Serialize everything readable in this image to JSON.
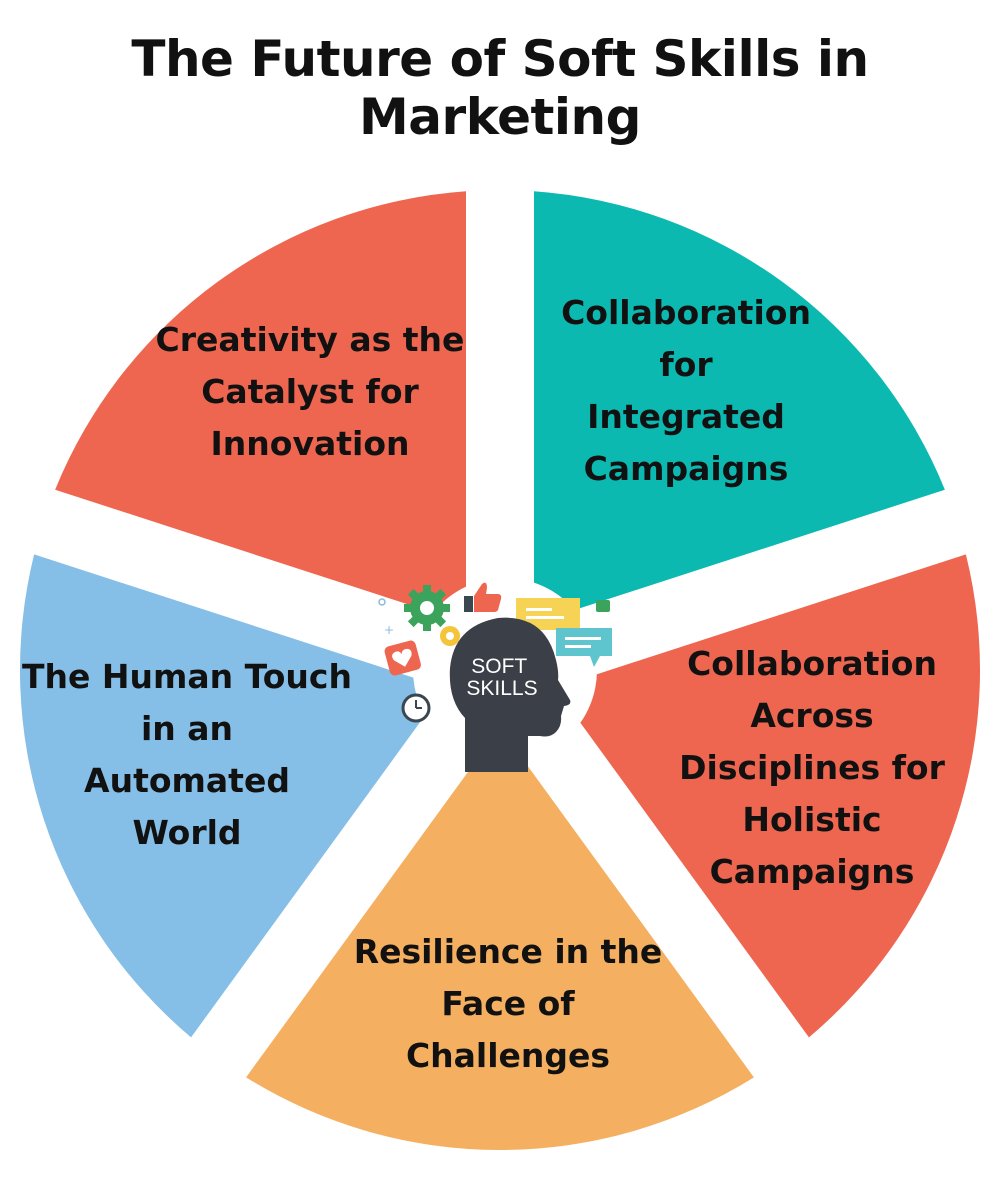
{
  "title": "The Future of Soft Skills in Marketing",
  "center": {
    "label_lines": [
      "SOFT",
      "SKILLS"
    ],
    "icon": "head-silhouette-icon"
  },
  "segments": [
    {
      "id": "creativity",
      "color": "#EE6650",
      "lines": [
        "Creativity as the",
        "Catalyst for",
        "Innovation"
      ]
    },
    {
      "id": "collaboration-integrated",
      "color": "#0CB9B1",
      "lines": [
        "Collaboration",
        "for",
        "Integrated",
        "Campaigns"
      ]
    },
    {
      "id": "collaboration-disciplines",
      "color": "#EE6650",
      "lines": [
        "Collaboration",
        "Across",
        "Disciplines for",
        "Holistic",
        "Campaigns"
      ]
    },
    {
      "id": "resilience",
      "color": "#F4B060",
      "lines": [
        "Resilience in the",
        "Face of",
        "Challenges"
      ]
    },
    {
      "id": "human-touch",
      "color": "#85BEE6",
      "lines": [
        "The Human Touch",
        "in an",
        "Automated",
        "World"
      ]
    }
  ],
  "decor_icons": [
    "gear-icon",
    "thumbs-up-icon",
    "speech-bubble-icon",
    "heart-message-icon",
    "clock-icon",
    "small-gear-icon"
  ]
}
